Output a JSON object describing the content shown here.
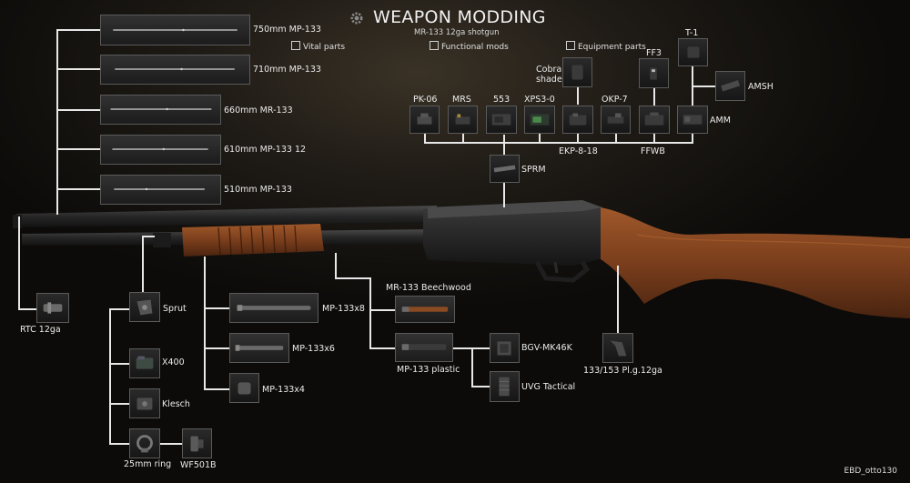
{
  "header": {
    "title": "WEAPON MODDING",
    "weapon_name": "MR-133 12ga shotgun",
    "icon": "gear-icon"
  },
  "filters": [
    {
      "label": "Vital parts",
      "checked": false
    },
    {
      "label": "Functional mods",
      "checked": false
    },
    {
      "label": "Equipment parts",
      "checked": false
    }
  ],
  "mods": {
    "barrel_750": "750mm MP-133",
    "barrel_710": "710mm MP-133",
    "barrel_660": "660mm MR-133",
    "barrel_610": "610mm MP-133 12",
    "barrel_510": "510mm MP-133",
    "muzzle_rtc": "RTC 12ga",
    "sprut": "Sprut",
    "x400": "X400",
    "klesch": "Klesch",
    "ring_25mm": "25mm ring",
    "wf501b": "WF501B",
    "mag_x8": "MP-133x8",
    "mag_x6": "MP-133x6",
    "mag_x4": "MP-133x4",
    "fore_beech": "MR-133 Beechwood",
    "fore_plastic": "MP-133 plastic",
    "bgv": "BGV-MK46K",
    "uvg": "UVG Tactical",
    "stock_pl": "133/153 Pl.g.12ga",
    "pk06": "PK-06",
    "mrs": "MRS",
    "s553": "553",
    "xps": "XPS3-0",
    "cobra": "Cobra shade",
    "okp7": "OKP-7",
    "ff3": "FF3",
    "t1": "T-1",
    "amsh": "AMSH",
    "amm": "AMM",
    "ekp": "EKP-8-18",
    "ffwb": "FFWB",
    "sprm": "SPRM"
  },
  "watermark": "EBD_otto130",
  "colors": {
    "wire": "#e8e8e8",
    "slot_border": "#5a5a5a",
    "wood": "#7a3e1c",
    "steel": "#2c2c2c"
  }
}
